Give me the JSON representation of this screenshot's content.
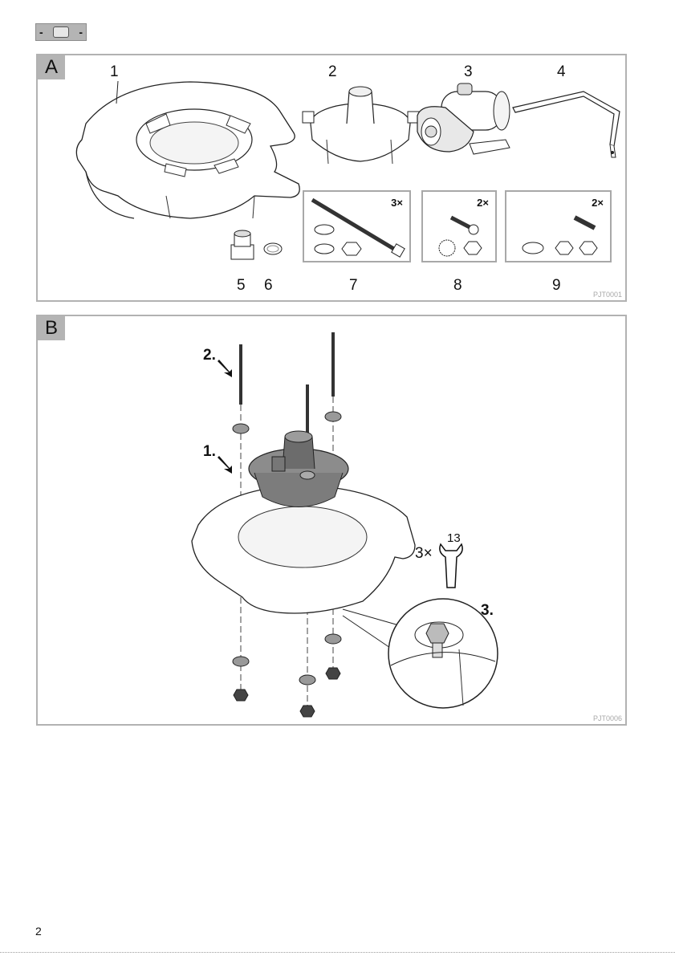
{
  "lang_tab": {
    "left": "-",
    "right": "-"
  },
  "panel_a": {
    "letter": "A",
    "code": "PJT0001",
    "parts": [
      "1",
      "2",
      "3",
      "4",
      "5",
      "6",
      "7",
      "8",
      "9"
    ],
    "kit_qty": [
      "3×",
      "2×",
      "2×"
    ]
  },
  "panel_b": {
    "letter": "B",
    "code": "PJT0006",
    "steps": [
      "1.",
      "2.",
      "3."
    ],
    "wrench_qty": "3×",
    "wrench_size": "13"
  },
  "page_number": "2"
}
